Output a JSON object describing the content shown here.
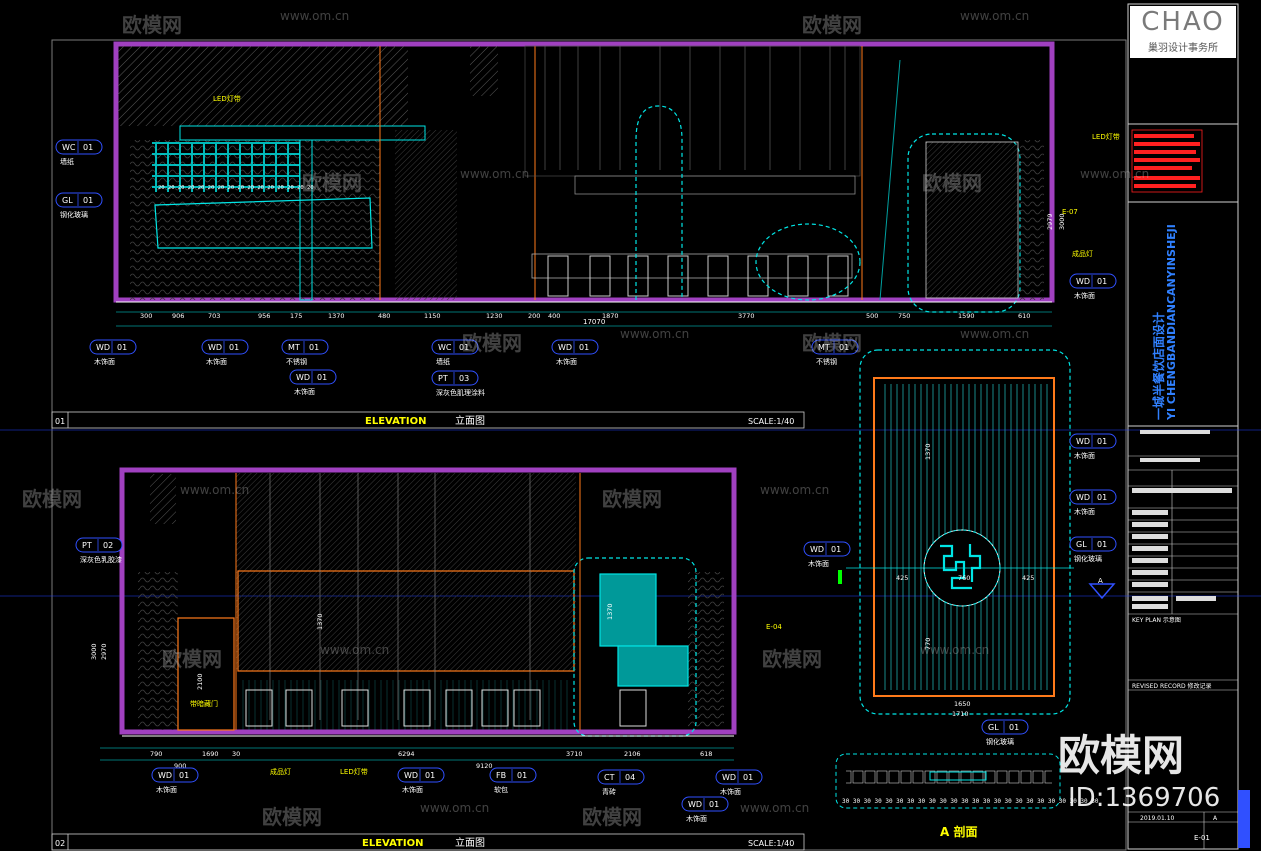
{
  "watermark": {
    "text": "欧模网",
    "url_text": "www.om.cn",
    "id_label": "ID:1369706"
  },
  "logo": {
    "word": "CHAO",
    "subtitle": "巢羽设计事务所"
  },
  "title_block": {
    "project_en": "YI CHENGBANDIANCANYINSHEJI",
    "project_cn": "一城半餐饮店面设计",
    "drawing_no": "E-01",
    "date": "2019.01.10",
    "rev": "A",
    "key_plan_label": "KEY PLAN 示意图",
    "revised_record_label": "REVISED RECORD 修改记录"
  },
  "views": {
    "top_elevation": {
      "number": "01",
      "label_en": "ELEVATION",
      "label_cn": "立面图",
      "scale": "SCALE:1/40",
      "dims_bottom": [
        "300",
        "906",
        "703",
        "956",
        "175",
        "1370",
        "480",
        "1150",
        "1230",
        "200",
        "400",
        "1870",
        "3770",
        "500",
        "750",
        "1590",
        "610"
      ],
      "dim_total": "17070",
      "dims_vertical": [
        "2979",
        "3000"
      ],
      "grid_numbers": "20 20 20 20 20 20 20 20 20 20 20 20 20 20 20 20"
    },
    "bottom_elevation": {
      "number": "02",
      "label_en": "ELEVATION",
      "label_cn": "立面图",
      "scale": "SCALE:1/40",
      "dims_bottom": [
        "790",
        "900",
        "1690",
        "30",
        "6294",
        "9120",
        "3710",
        "2106",
        "618"
      ],
      "dims_vertical": [
        "3000",
        "2970",
        "2100",
        "1370",
        "1370"
      ]
    },
    "section_a": {
      "label": "A 剖面",
      "dims": [
        "1650",
        "1710",
        "425",
        "760",
        "425",
        "1370",
        "770"
      ],
      "strip_numbers": "30 30 30 30 30 30 30 30 30 30 30 30 30 30 30 30 30 30 30 30 30 30 30 30"
    }
  },
  "callouts": [
    {
      "code": "WC",
      "num": "01",
      "note": "墙纸"
    },
    {
      "code": "GL",
      "num": "01",
      "note": "钢化玻璃"
    },
    {
      "code": "WD",
      "num": "01",
      "note": "木饰面"
    },
    {
      "code": "WD",
      "num": "01",
      "note": "木饰面"
    },
    {
      "code": "MT",
      "num": "01",
      "note": "不锈钢"
    },
    {
      "code": "WD",
      "num": "01",
      "note": "木饰面"
    },
    {
      "code": "WC",
      "num": "01",
      "note": "墙纸"
    },
    {
      "code": "PT",
      "num": "03",
      "note": "深灰色肌理涂料"
    },
    {
      "code": "WD",
      "num": "01",
      "note": "木饰面"
    },
    {
      "code": "MT",
      "num": "01",
      "note": "不锈钢"
    },
    {
      "code": "WD",
      "num": "01",
      "note": "木饰面"
    },
    {
      "code": "PT",
      "num": "02",
      "note": "深灰色乳胶漆"
    },
    {
      "code": "WD",
      "num": "01",
      "note": "木饰面"
    },
    {
      "code": "WD",
      "num": "01",
      "note": "木饰面"
    },
    {
      "code": "FB",
      "num": "01",
      "note": "软包"
    },
    {
      "code": "CT",
      "num": "04",
      "note": "青砖"
    },
    {
      "code": "WD",
      "num": "01",
      "note": "木饰面"
    },
    {
      "code": "WD",
      "num": "01",
      "note": "木饰面"
    },
    {
      "code": "WD",
      "num": "01",
      "note": "木饰面"
    },
    {
      "code": "WD",
      "num": "01",
      "note": "木饰面"
    },
    {
      "code": "GL",
      "num": "01",
      "note": "钢化玻璃"
    },
    {
      "code": "WD",
      "num": "01",
      "note": "木饰面"
    },
    {
      "code": "GL",
      "num": "01",
      "note": "钢化玻璃"
    }
  ],
  "tags": [
    "E-07",
    "E-04"
  ],
  "colors": {
    "wall": "#a040c0",
    "cyan": "#00e5e5",
    "yellow": "#ffff00",
    "orange": "#ff7a1a",
    "red": "#ff2020",
    "grey": "#8a8a8a",
    "blue": "#3050ff"
  }
}
